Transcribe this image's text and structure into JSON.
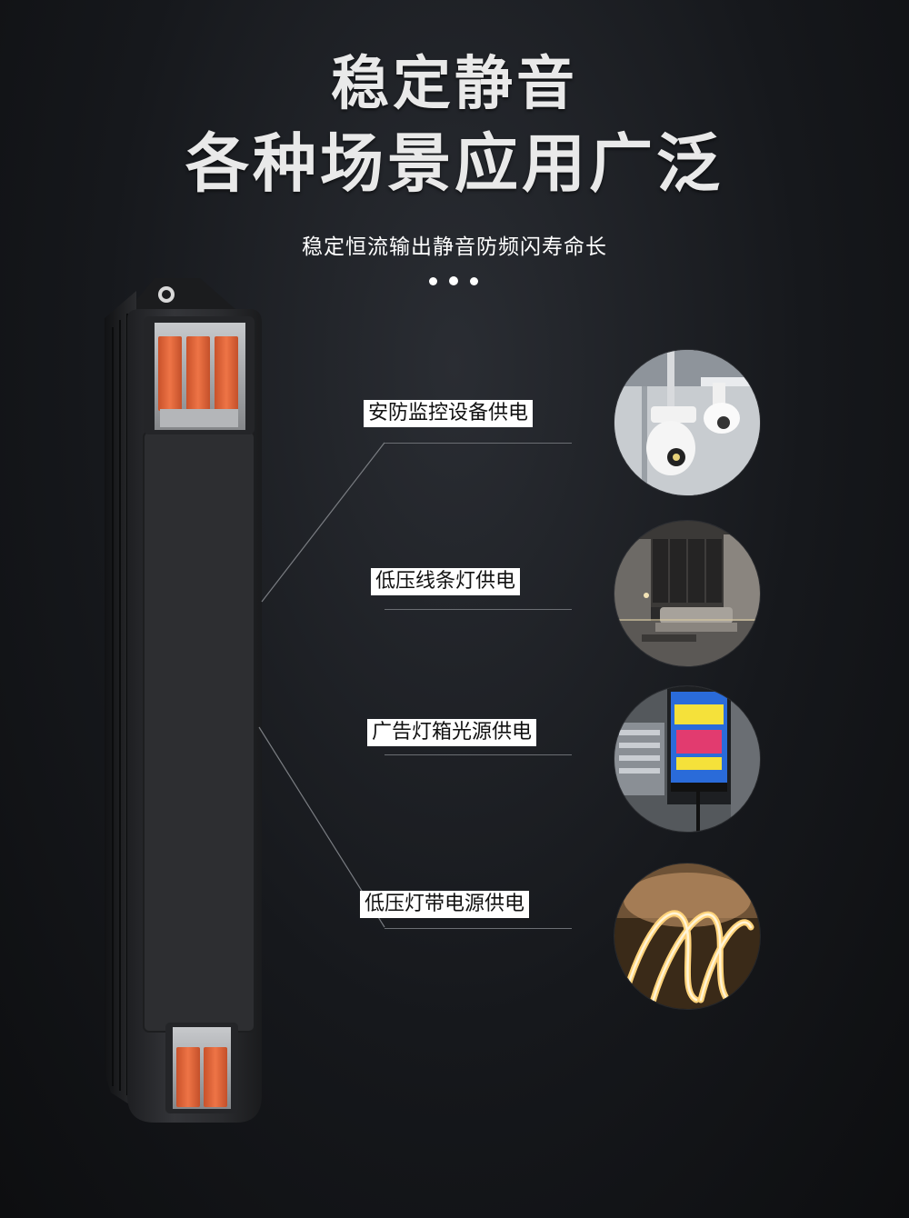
{
  "headline": {
    "line1": "稳定静音",
    "line2": "各种场景应用广泛"
  },
  "subtitle": "稳定恒流输出静音防频闪寿命长",
  "applications": [
    {
      "label": "安防监控设备供电",
      "image_icon": "security-camera-icon"
    },
    {
      "label": "低压线条灯供电",
      "image_icon": "living-room-lighting-icon"
    },
    {
      "label": "广告灯箱光源供电",
      "image_icon": "advertising-lightbox-icon"
    },
    {
      "label": "低压灯带电源供电",
      "image_icon": "led-strip-icon"
    }
  ],
  "colors": {
    "background": "#16181c",
    "terminal_lever": "#e2673c",
    "terminal_housing": "#9ea0a3",
    "driver_body": "#2c2d30",
    "label_background": "#ffffff"
  }
}
